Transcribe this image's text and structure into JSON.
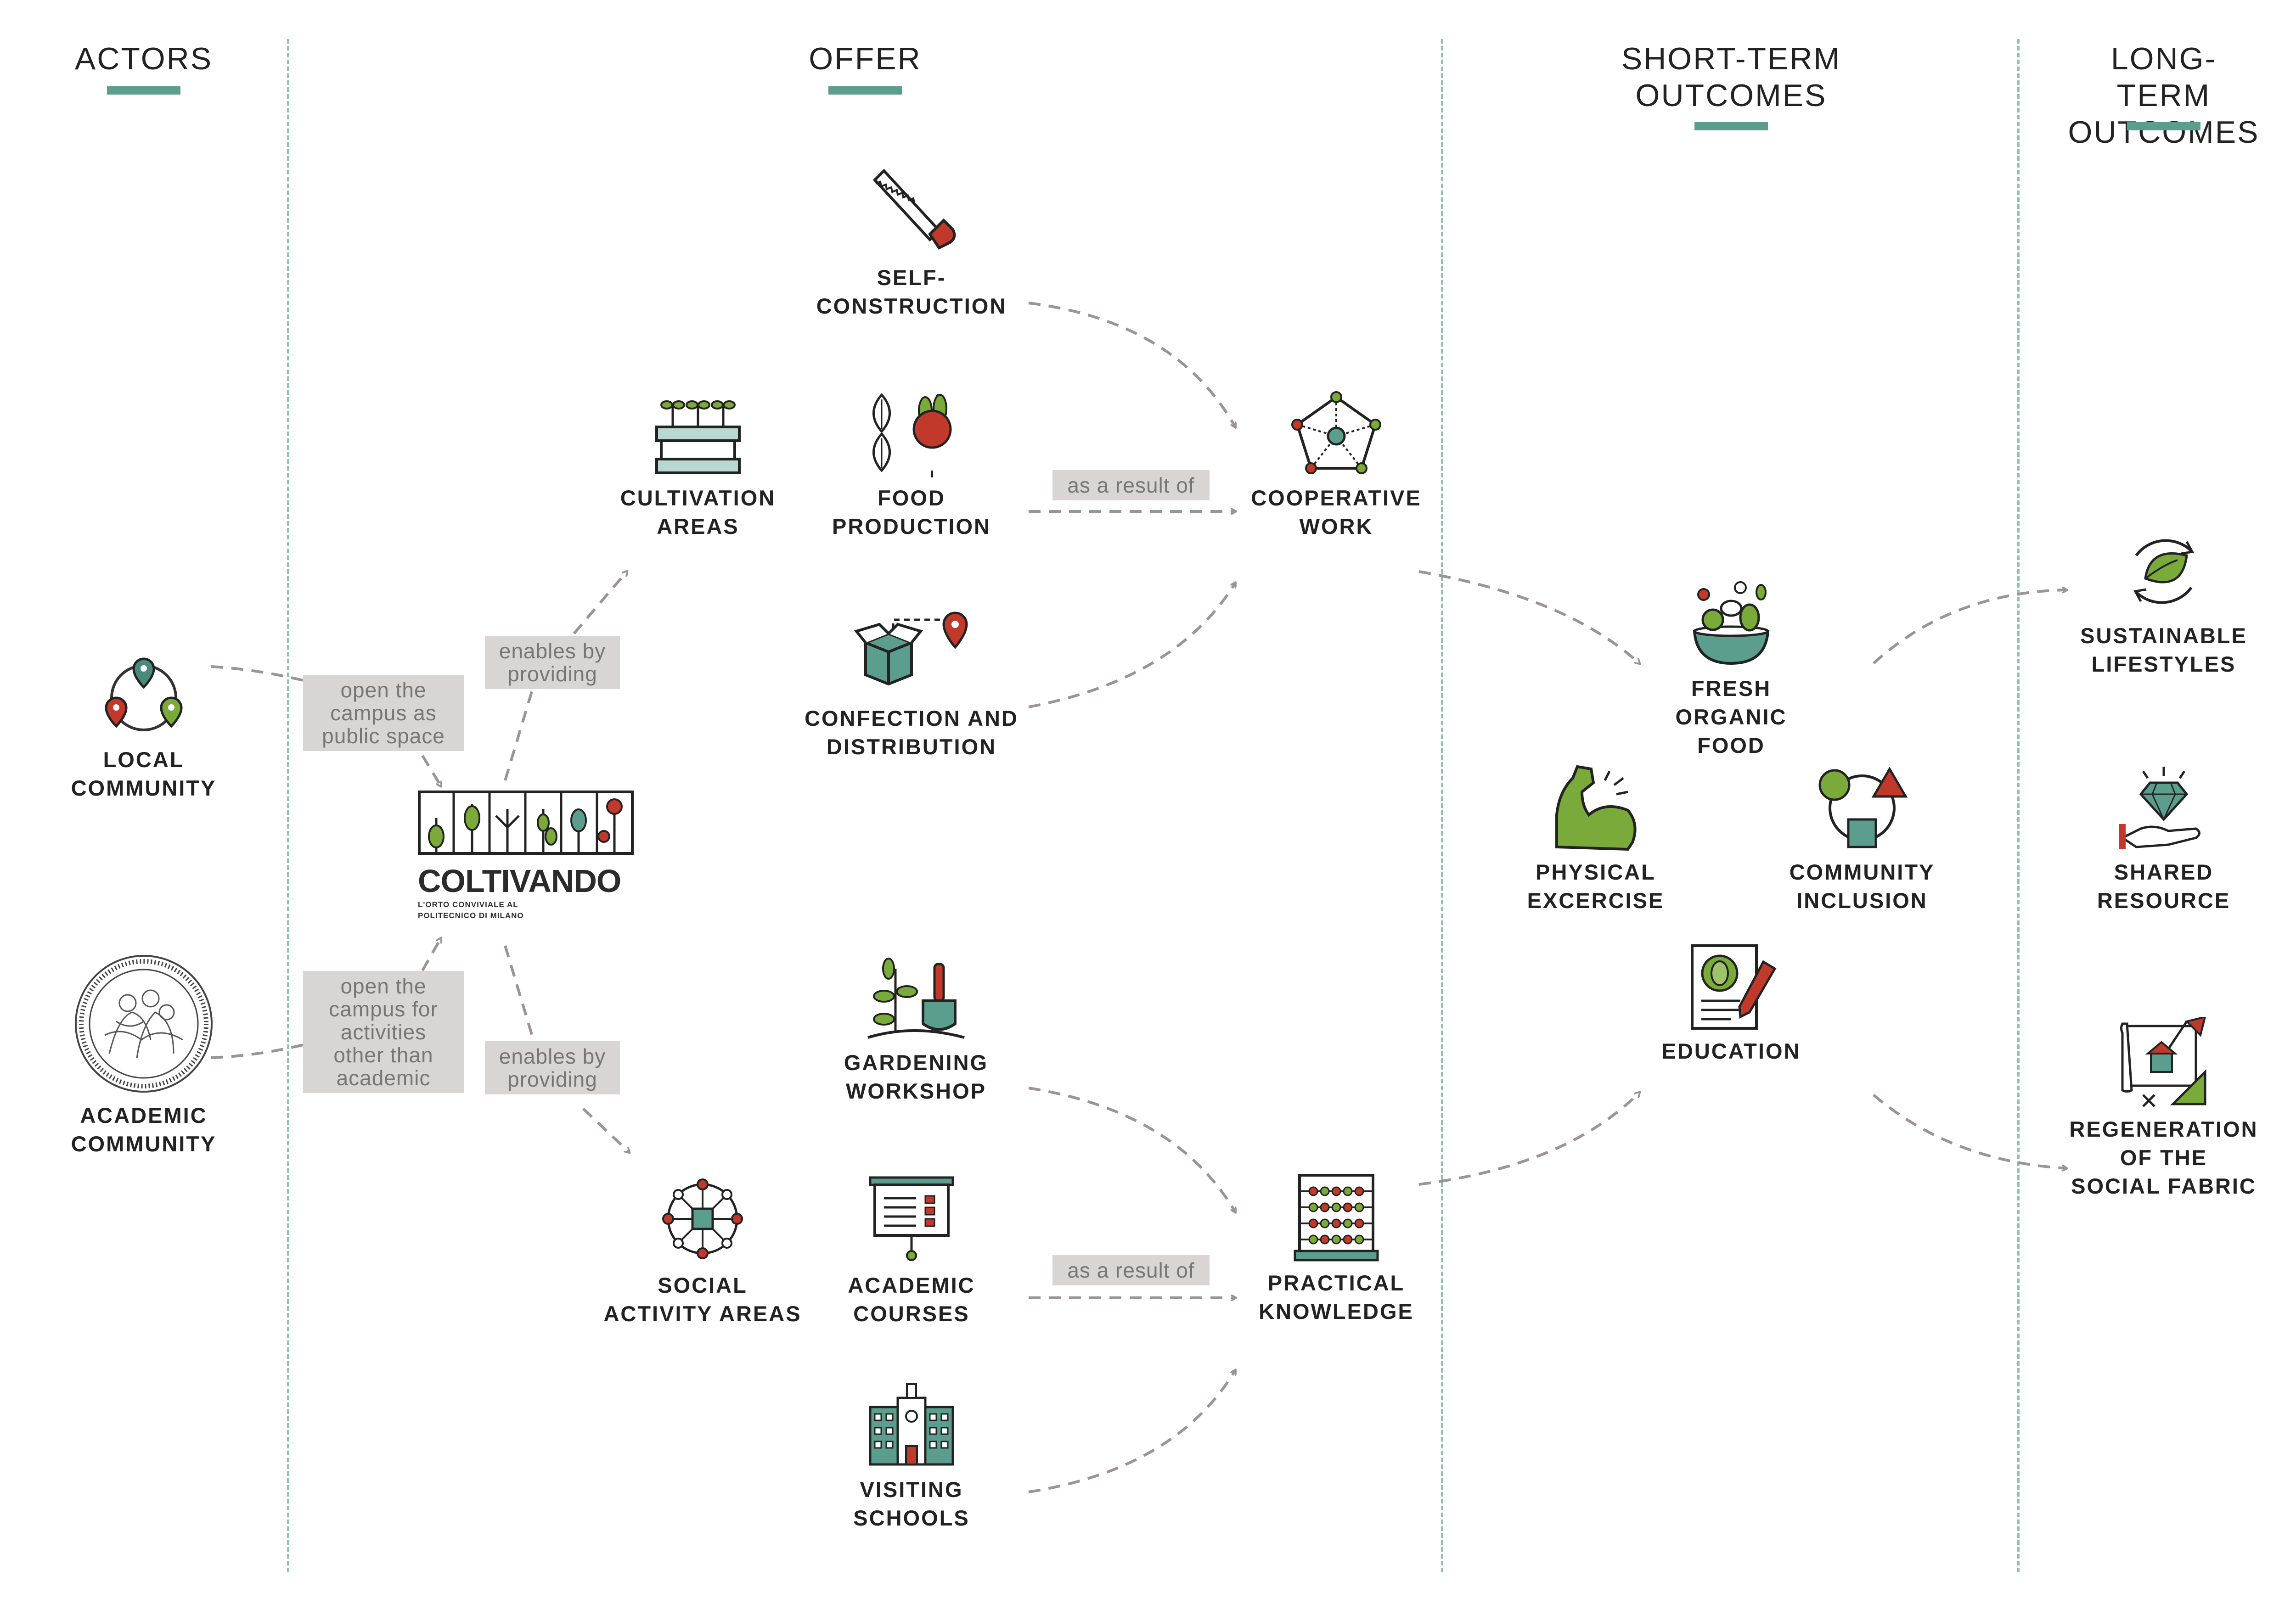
{
  "columns": {
    "actors": "ACTORS",
    "offer": "OFFER",
    "short_term": "SHORT-TERM\nOUTCOMES",
    "long_term": "LONG-TERM\nOUTCOMES"
  },
  "actors": {
    "local": "LOCAL\nCOMMUNITY",
    "academic": "ACADEMIC\nCOMMUNITY"
  },
  "center": {
    "brand": "COLTIVANDO",
    "subtitle": "L'ORTO CONVIVIALE AL\nPOLITECNICO DI MILANO"
  },
  "tags": {
    "open_public": "open the\ncampus as\npublic space",
    "open_activities": "open the\ncampus for\nactivities\nother than\nacademic",
    "enables_top": "enables by\nproviding",
    "enables_bottom": "enables by\nproviding",
    "result_top": "as a result of",
    "result_bottom": "as a result of"
  },
  "offer": {
    "self_construction": "SELF-\nCONSTRUCTION",
    "cultivation_areas": "CULTIVATION\nAREAS",
    "food_production": "FOOD\nPRODUCTION",
    "confection": "CONFECTION AND\nDISTRIBUTION",
    "gardening_workshop": "GARDENING\nWORKSHOP",
    "social_activity": "SOCIAL\nACTIVITY AREAS",
    "academic_courses": "ACADEMIC\nCOURSES",
    "visiting_schools": "VISITING\nSCHOOLS",
    "cooperative_work": "COOPERATIVE\nWORK",
    "practical_knowledge": "PRACTICAL\nKNOWLEDGE"
  },
  "short_term": {
    "fresh_food": "FRESH\nORGANIC\nFOOD",
    "physical": "PHYSICAL\nEXCERCISE",
    "inclusion": "COMMUNITY\nINCLUSION",
    "education": "EDUCATION"
  },
  "long_term": {
    "sustainable": "SUSTAINABLE\nLIFESTYLES",
    "shared": "SHARED\nRESOURCE",
    "regeneration": "REGENERATION\nOF THE\nSOCIAL FABRIC"
  },
  "colors": {
    "teal": "#5c9e8e",
    "dark_teal": "#4a8a7a",
    "red": "#c0392b",
    "green": "#7aab3a",
    "arrow": "#9a9494",
    "tag_bg": "#d9d5d4",
    "divider": "#8fc1b2"
  }
}
